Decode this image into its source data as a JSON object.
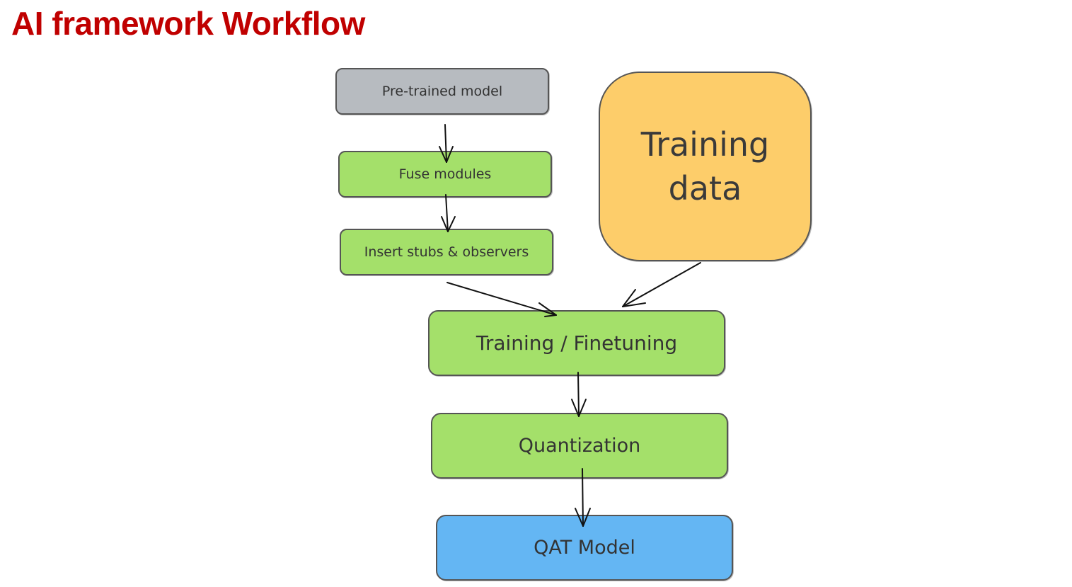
{
  "title": "AI framework Workflow",
  "nodes": {
    "pretrained": "Pre-trained model",
    "fuse": "Fuse modules",
    "insert": "Insert stubs & observers",
    "training_data_line1": "Training",
    "training_data_line2": "data",
    "training": "Training / Finetuning",
    "quantization": "Quantization",
    "qat": "QAT Model"
  },
  "colors": {
    "title": "#c00000",
    "gray_node": "#b7bbc0",
    "green_node": "#a4e06a",
    "orange_node": "#fdcd6a",
    "blue_node": "#64b6f3"
  }
}
